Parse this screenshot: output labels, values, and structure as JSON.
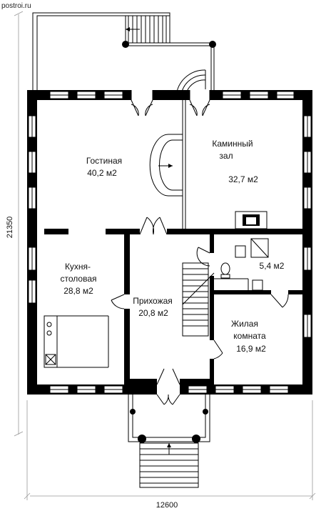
{
  "watermark": "postroi.ru",
  "dimensions": {
    "width": "12600",
    "height": "21350"
  },
  "rooms": {
    "living": {
      "name": "Гостиная",
      "area": "40,2 м2"
    },
    "fireplace": {
      "name_line1": "Каминный",
      "name_line2": "зал",
      "area": "32,7 м2"
    },
    "kitchen": {
      "name_line1": "Кухня-",
      "name_line2": "столовая",
      "area": "28,8 м2"
    },
    "hall": {
      "name": "Прихожая",
      "area": "20,8 м2"
    },
    "bath": {
      "area": "5,4 м2"
    },
    "bedroom": {
      "name_line1": "Жилая",
      "name_line2": "комната",
      "area": "16,9 м2"
    }
  }
}
